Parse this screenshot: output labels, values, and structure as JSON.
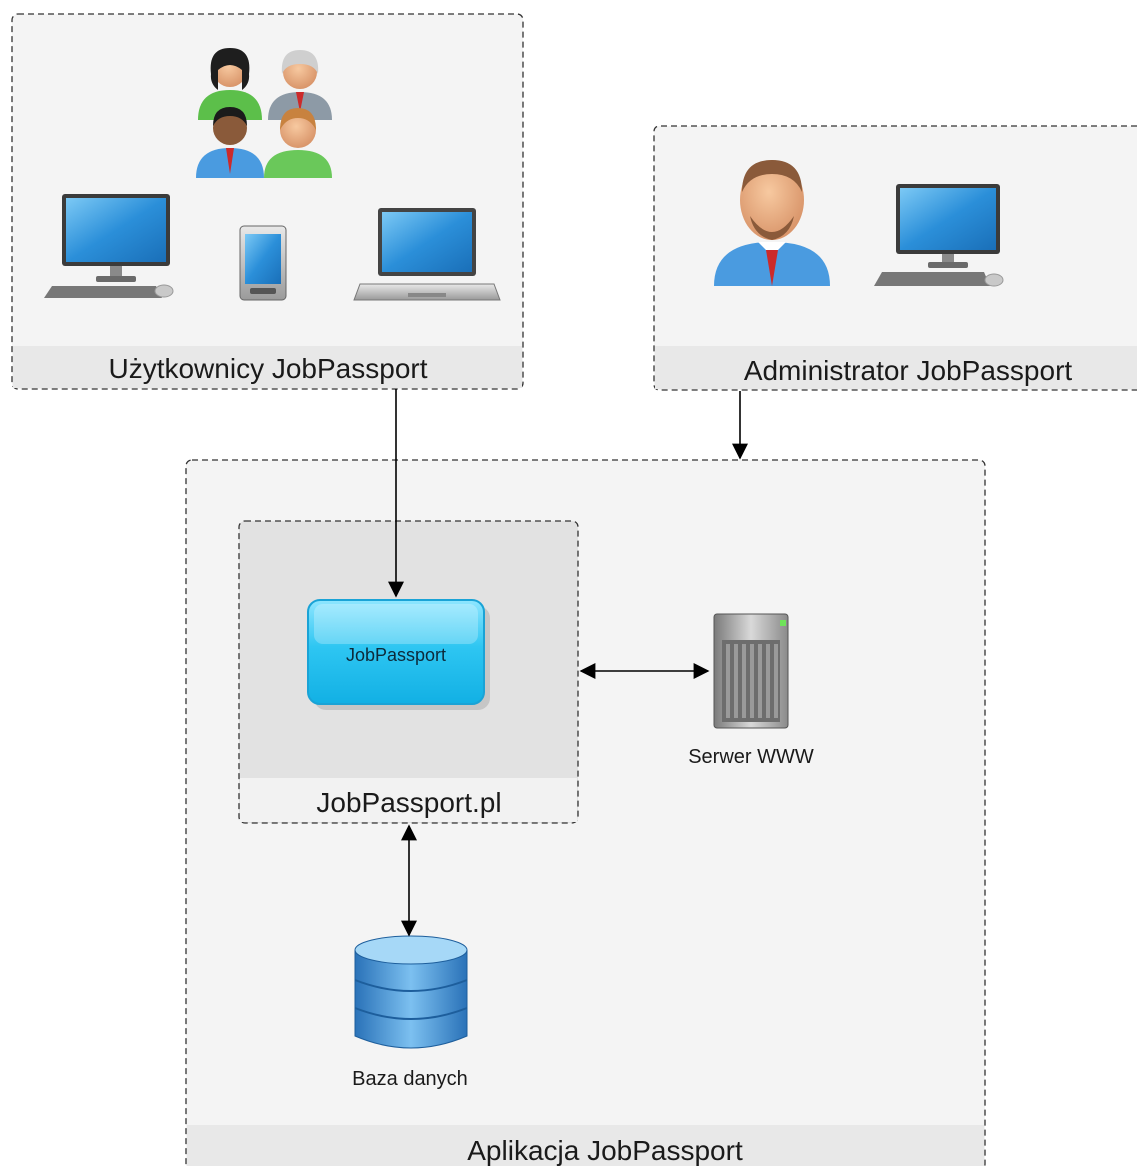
{
  "groups": {
    "users": {
      "label": "Użytkownicy JobPassport"
    },
    "admin": {
      "label": "Administrator JobPassport"
    },
    "app": {
      "label": "Aplikacja JobPassport"
    },
    "site": {
      "label": "JobPassport.pl"
    }
  },
  "nodes": {
    "app_box": {
      "label": "JobPassport"
    },
    "web_server": {
      "label": "Serwer WWW"
    },
    "database": {
      "label": "Baza danych"
    }
  },
  "colors": {
    "group_fill": "#f4f4f4",
    "label_band": "#e8e8e8",
    "inner_fill": "#e2e2e2",
    "app_box": "#29c4f0",
    "db_blue": "#3f8fd6"
  }
}
